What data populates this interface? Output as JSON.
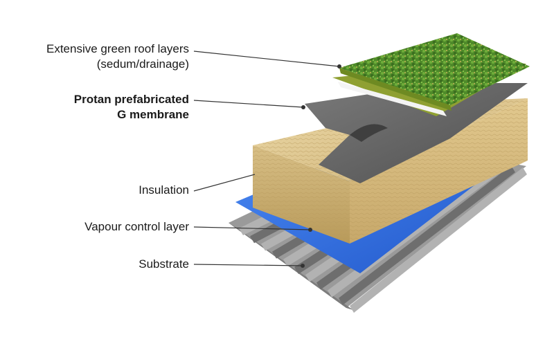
{
  "labels": {
    "green_roof": {
      "line1": "Extensive green roof layers",
      "line2": "(sedum/drainage)"
    },
    "membrane": {
      "line1": "Protan prefabricated",
      "line2": "G membrane"
    },
    "insulation": "Insulation",
    "vapour": "Vapour control layer",
    "substrate": "Substrate"
  },
  "colors": {
    "grass": "#4f8a2a",
    "drainage": "#7f8f2a",
    "membrane": "#6b6b6b",
    "insulation": "#d8c08a",
    "vapour": "#2f6fe0",
    "substrate": "#8a8a8a",
    "leader": "#333333"
  }
}
